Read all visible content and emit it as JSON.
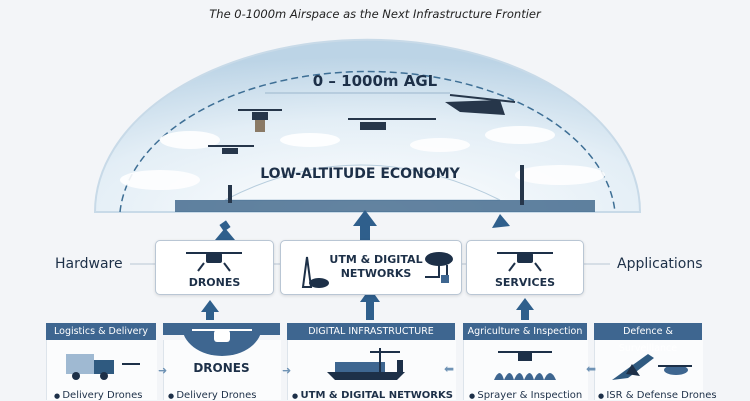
{
  "title": "The 0-1000m Airspace as the Next Infrastructure Frontier",
  "dome": {
    "altitude_label": "0 – 1000m AGL",
    "center_label": "LOW-ALTITUDE ECONOMY"
  },
  "side_labels": {
    "left": "Hardware",
    "right": "Applications"
  },
  "layers": [
    {
      "label": "DRONES",
      "icon": "drone-icon"
    },
    {
      "label": "UTM & DIGITAL NETWORKS",
      "icon": "radio-tower-cloud-icon"
    },
    {
      "label": "SERVICES",
      "icon": "drone-icon"
    }
  ],
  "segments": [
    {
      "header": "Logistics & Delivery",
      "bullet": "Delivery Drones",
      "icon": "truck-icon"
    },
    {
      "header": "",
      "title": "DRONES",
      "bullet": "Delivery Drones",
      "icon": "drone-icon"
    },
    {
      "header": "DIGITAL INFRASTRUCTURE",
      "bullet": "UTM & DIGITAL NETWORKS",
      "icon": "ship-port-icon"
    },
    {
      "header": "Agriculture & Inspection",
      "bullet": "Sprayer & Inspection",
      "icon": "crop-spray-drone-icon"
    },
    {
      "header": "Defence & Surveillance",
      "bullet": "ISR & Defense Drones",
      "icon": "jet-icon"
    }
  ],
  "colors": {
    "primary": "#3e6690",
    "dark": "#1d3048",
    "sky": "#cfe1ee"
  }
}
